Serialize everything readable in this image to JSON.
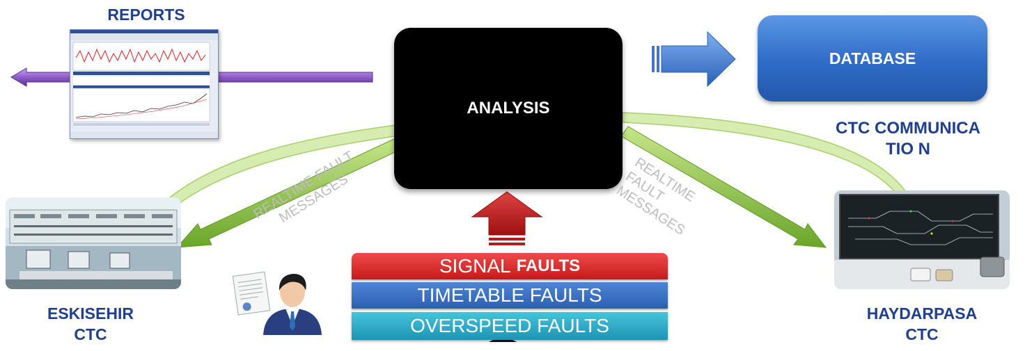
{
  "reports": {
    "label": "REPORTS"
  },
  "analysis": {
    "label": "ANALYSIS"
  },
  "database": {
    "label": "DATABASE"
  },
  "ctc_communication": {
    "label": "CTC COMMUNICATIO N"
  },
  "eskisehir": {
    "label_line1": "ESKISEHIR",
    "label_line2": "CTC"
  },
  "haydarpasa": {
    "label_line1": "HAYDARPASA",
    "label_line2": "CTC"
  },
  "realtime_left": {
    "line1": "REALTIME FAULT",
    "line2": "MESSAGES"
  },
  "realtime_right": {
    "line1": "REALTIME",
    "line2": "FAULT",
    "line3": "MESSAGES"
  },
  "faults": {
    "signal": {
      "prefix": "SIGNAL",
      "strong": "FAULTS"
    },
    "timetable": "TIMETABLE FAULTS",
    "overspeed": "OVERSPEED FAULTS"
  },
  "icons": [
    "operator-person-icon",
    "certificate-document-icon",
    "report-chart-window-icon",
    "control-room-photo-icon",
    "ctc-panel-photo-icon"
  ],
  "colors": {
    "arrow_green": "#8dc63f",
    "arrow_purple": "#8e5ec7",
    "arrow_blue": "#3b78cf",
    "arrow_red": "#cc2222",
    "label_blue": "#1f3f8f"
  }
}
